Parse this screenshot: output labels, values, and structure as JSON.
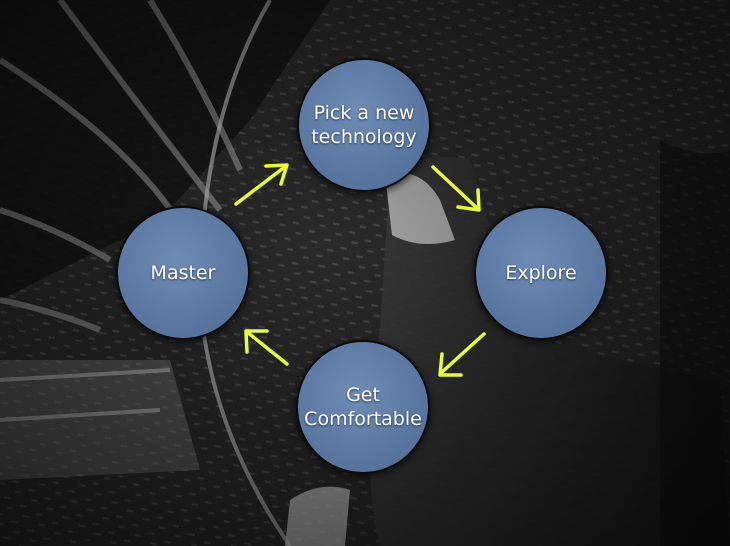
{
  "diagram": {
    "nodes": [
      {
        "id": "pick",
        "lines": [
          "Pick a new",
          "technology"
        ]
      },
      {
        "id": "explore",
        "lines": [
          "Explore"
        ]
      },
      {
        "id": "get",
        "lines": [
          "Get",
          "Comfortable"
        ]
      },
      {
        "id": "master",
        "lines": [
          "Master"
        ]
      }
    ],
    "edges": [
      {
        "from": "pick",
        "to": "explore"
      },
      {
        "from": "explore",
        "to": "get"
      },
      {
        "from": "get",
        "to": "master"
      },
      {
        "from": "master",
        "to": "pick"
      }
    ],
    "colors": {
      "node_fill": "#5b78a3",
      "node_border": "#0b0b0b",
      "arrow": "#e5ff3a",
      "text": "#ffffff",
      "background": "#2a2a2a"
    }
  }
}
